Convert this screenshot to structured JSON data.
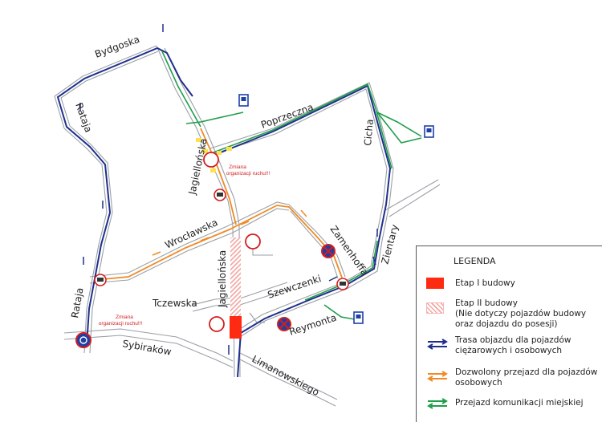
{
  "streets": {
    "bydgoska": "Bydgoska",
    "rataja_north": "Rataja",
    "rataja_south": "Rataja",
    "poprzeczna": "Poprzeczna",
    "jagiellonska_north": "Jagiellońska",
    "jagiellonska_south": "Jagiellońska",
    "cicha": "Cicha",
    "wroclawska": "Wrocławska",
    "zamenhoffa": "Zamenhoffa",
    "zientary": "Zientary",
    "tczewska": "Tczewska",
    "szewczenki": "Szewczenki",
    "reymonta": "Reymonta",
    "sybirakow": "Sybiraków",
    "limanowskiego": "Limanowskiego"
  },
  "notes": {
    "zmiana_1_line1": "Zmiana",
    "zmiana_1_line2": "organizacji ruchu!!!",
    "zmiana_2_line1": "Zmiana",
    "zmiana_2_line2": "organizacji ruchu!!!"
  },
  "icons": {
    "bus_stop": "bus-stop-sign-icon",
    "no_stopping": "no-stopping-sign-icon",
    "no_entry": "no-entry-sign-icon",
    "truck": "truck-sign-icon",
    "roundabout": "roundabout-sign-icon"
  },
  "colors": {
    "road_outline": "#9aa0a6",
    "detour_route": "#1f2f8c",
    "allowed_car": "#f08a24",
    "public_transport": "#1f9e4a",
    "stage1": "#ff2a12",
    "stage2": "#f2a5a0",
    "sign_red": "#d21f1f"
  },
  "legend": {
    "title": "LEGENDA",
    "stage1": "Etap I budowy",
    "stage2_line1": "Etap II budowy",
    "stage2_line2": "(Nie dotyczy pojazdów budowy",
    "stage2_line3": "oraz dojazdu do posesji)",
    "detour_line1": "Trasa objazdu dla pojazdów",
    "detour_line2": "ciężarowych i osobowych",
    "allowed_line1": "Dozwolony przejazd dla pojazdów",
    "allowed_line2": "osobowych",
    "public_transport": "Przejazd komunikacji miejskiej"
  }
}
